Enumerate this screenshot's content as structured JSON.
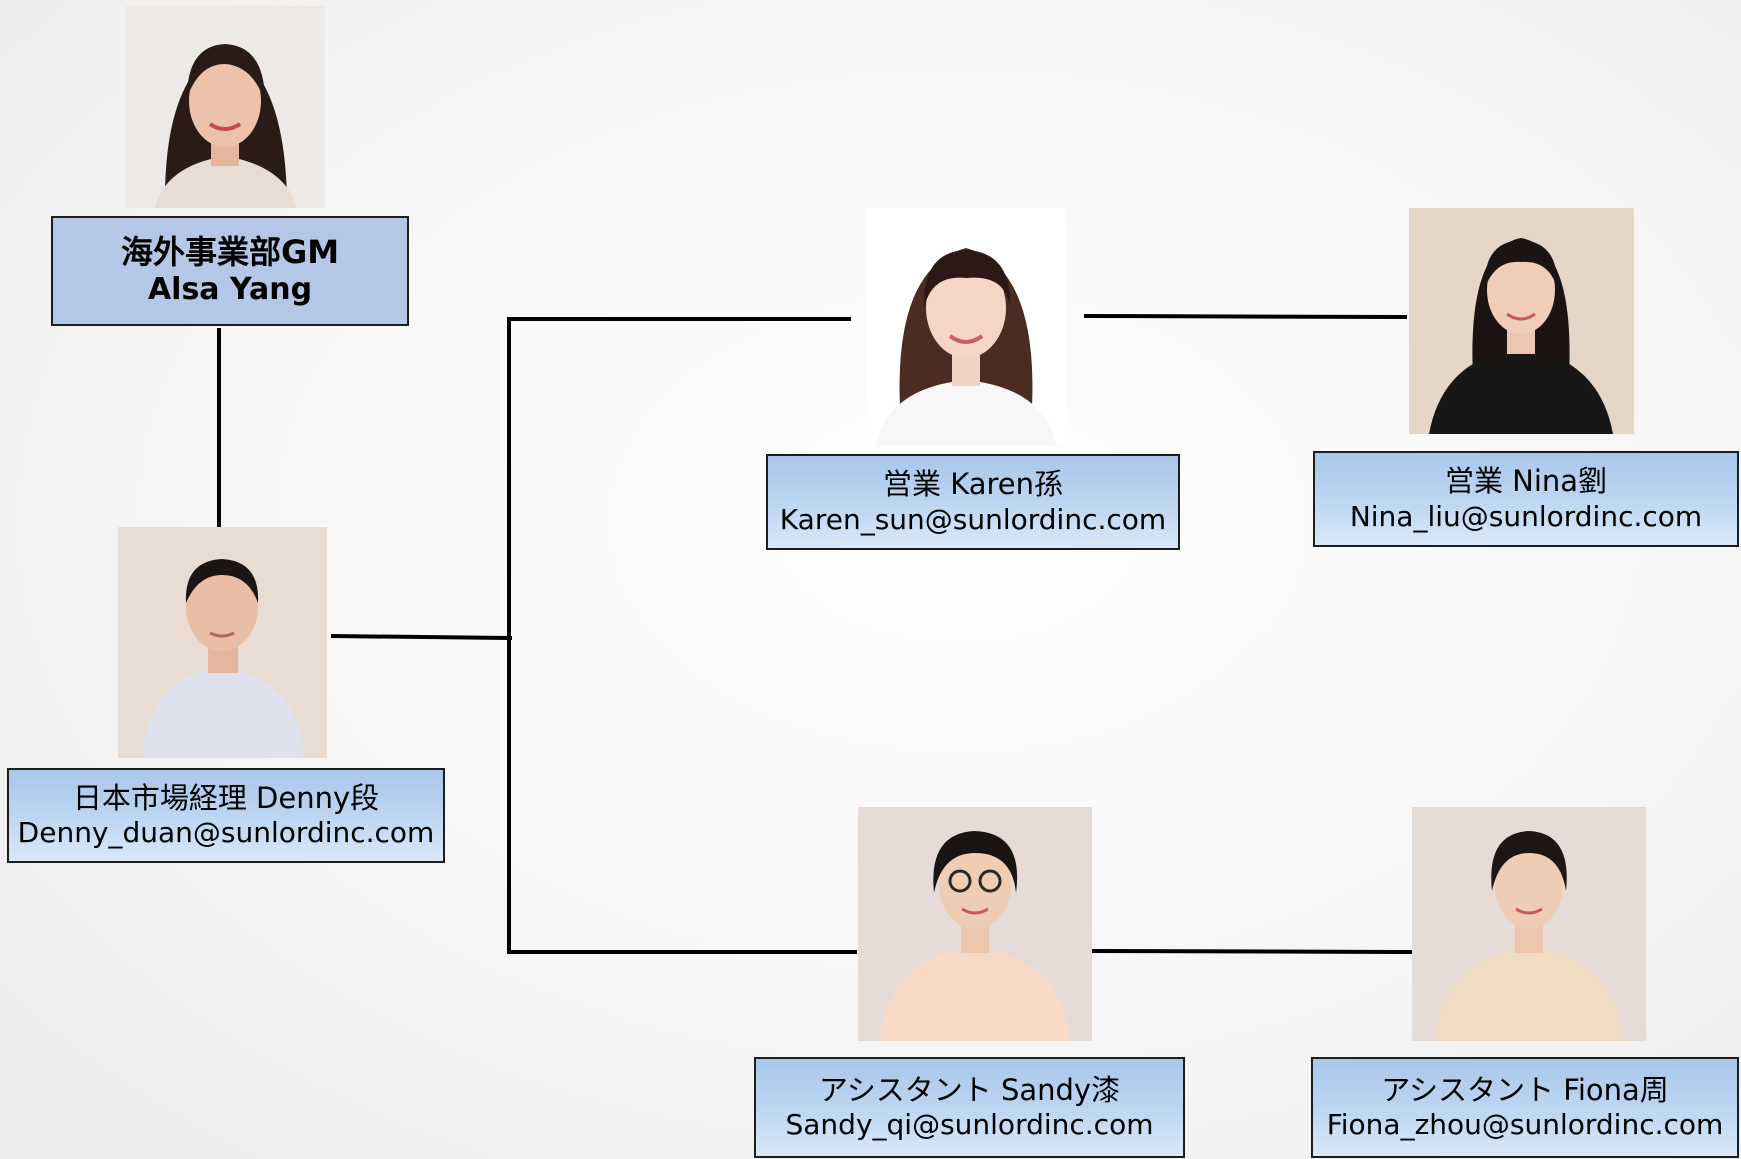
{
  "org_chart": {
    "gm": {
      "title": "海外事業部GM",
      "name": "Alsa Yang"
    },
    "manager": {
      "title": "日本市場経理 Denny段",
      "email": "Denny_duan@sunlordinc.com"
    },
    "karen": {
      "title": "営業 Karen孫",
      "email": "Karen_sun@sunlordinc.com"
    },
    "nina": {
      "title": "営業 Nina劉",
      "email": "Nina_liu@sunlordinc.com"
    },
    "sandy": {
      "title": "アシスタント Sandy漆",
      "email": "Sandy_qi@sunlordinc.com"
    },
    "fiona": {
      "title": "アシスタント Fiona周",
      "email": "Fiona_zhou@sunlordinc.com"
    }
  },
  "colors": {
    "box_fill": "#b4c7e7",
    "box_border": "#1d1d1d",
    "connector": "#000000"
  }
}
